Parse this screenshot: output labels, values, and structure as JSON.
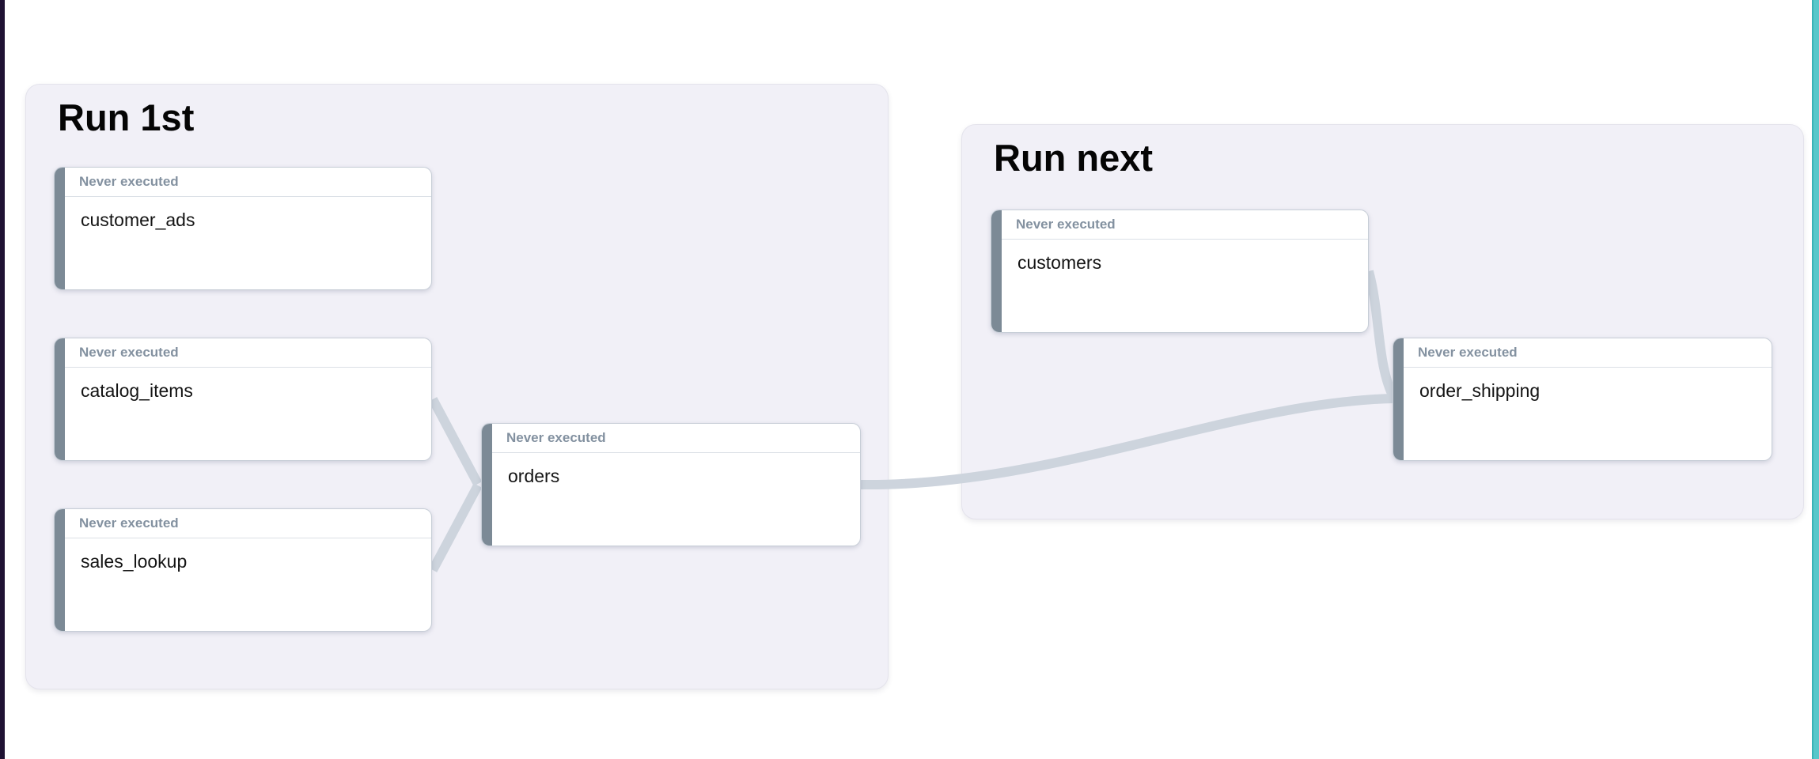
{
  "colors": {
    "page_bg": "#ffffff",
    "left_edge_strip": "#1f1233",
    "right_edge_strip": "#58c7ca",
    "group_bg": "#f1f0f7",
    "group_border": "#e4e3ec",
    "card_bg": "#ffffff",
    "card_border": "#c7ced7",
    "card_accent_bar": "#7c8a96",
    "status_text": "#8391a0",
    "node_label_text": "#141414",
    "edge": "#cdd4dd",
    "title_text": "#050505"
  },
  "groups": [
    {
      "title": "Run 1st",
      "nodes": [
        {
          "status": "Never executed",
          "name": "customer_ads"
        },
        {
          "status": "Never executed",
          "name": "catalog_items"
        },
        {
          "status": "Never executed",
          "name": "sales_lookup"
        },
        {
          "status": "Never executed",
          "name": "orders"
        }
      ]
    },
    {
      "title": "Run next",
      "nodes": [
        {
          "status": "Never executed",
          "name": "customers"
        },
        {
          "status": "Never executed",
          "name": "order_shipping"
        }
      ]
    }
  ],
  "edges": [
    {
      "from": "catalog_items",
      "to": "orders"
    },
    {
      "from": "sales_lookup",
      "to": "orders"
    },
    {
      "from": "orders",
      "to": "order_shipping"
    },
    {
      "from": "customers",
      "to": "order_shipping"
    }
  ]
}
